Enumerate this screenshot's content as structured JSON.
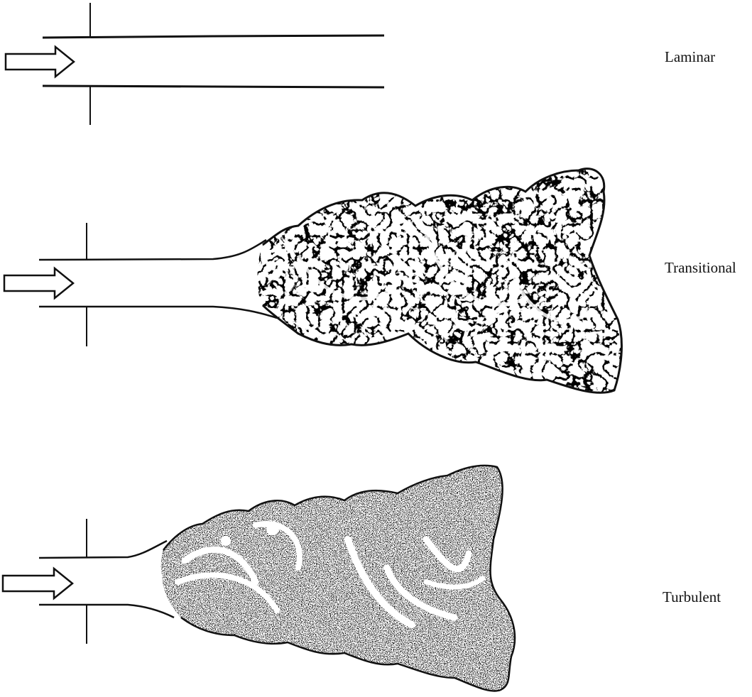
{
  "labels": {
    "laminar": "Laminar",
    "transitional": "Transitional",
    "turbulent": "Turbulent"
  },
  "colors": {
    "ink": "#111111",
    "background": "#ffffff"
  }
}
